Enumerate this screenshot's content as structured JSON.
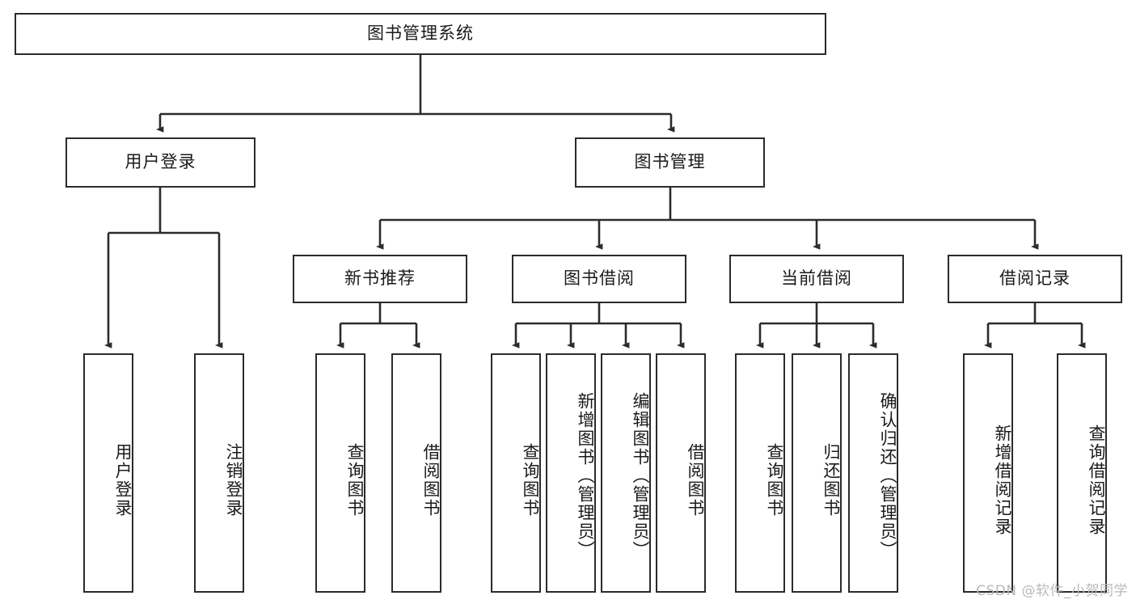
{
  "diagram": {
    "title": "图书管理系统",
    "type": "tree-hierarchy-chart",
    "root": {
      "label": "图书管理系统"
    },
    "level2": [
      {
        "label": "用户登录"
      },
      {
        "label": "图书管理"
      }
    ],
    "level3": [
      {
        "label": "新书推荐"
      },
      {
        "label": "图书借阅"
      },
      {
        "label": "当前借阅"
      },
      {
        "label": "借阅记录"
      }
    ],
    "leaves": {
      "user_login": [
        {
          "label": "用户登录"
        },
        {
          "label": "注销登录"
        }
      ],
      "new_book_recommend": [
        {
          "label": "查询图书"
        },
        {
          "label": "借阅图书"
        }
      ],
      "book_borrow": [
        {
          "label": "查询图书"
        },
        {
          "label": "新增图书（管理员）"
        },
        {
          "label": "编辑图书（管理员）"
        },
        {
          "label": "借阅图书"
        }
      ],
      "current_borrow": [
        {
          "label": "查询图书"
        },
        {
          "label": "归还图书"
        },
        {
          "label": "确认归还（管理员）"
        }
      ],
      "borrow_record": [
        {
          "label": "新增借阅记录"
        },
        {
          "label": "查询借阅记录"
        }
      ]
    },
    "colors": {
      "stroke": "#2b2b2b",
      "fill": "#ffffff",
      "text": "#1a1a1a",
      "watermark": "#b9b9b9"
    }
  },
  "watermark": {
    "text": "CSDN @软件_小贺同学"
  }
}
